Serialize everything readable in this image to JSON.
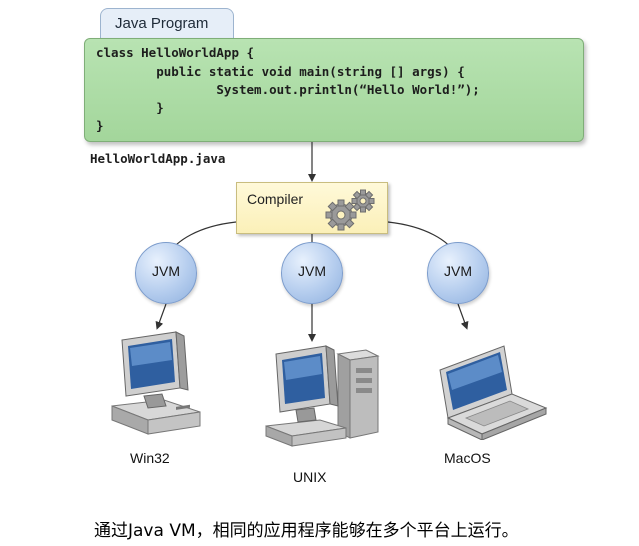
{
  "tab": {
    "label": "Java Program"
  },
  "code": {
    "lines": [
      "class HelloWorldApp {",
      "        public static void main(string [] args) {",
      "                System.out.println(“Hello World!”);",
      "        }",
      "}"
    ]
  },
  "file_name": "HelloWorldApp.java",
  "compiler": {
    "label": "Compiler"
  },
  "jvm_label": "JVM",
  "platforms": [
    {
      "label": "Win32",
      "icon": "desktop-computer-icon"
    },
    {
      "label": "UNIX",
      "icon": "workstation-tower-icon"
    },
    {
      "label": "MacOS",
      "icon": "laptop-icon"
    }
  ],
  "caption": "通过Java VM，相同的应用程序能够在多个平台上运行。",
  "colors": {
    "code_box": "#a9d9a2",
    "tab": "#e6eef8",
    "compiler_box": "#fcf2c0",
    "jvm_circle": "#b5cdee",
    "connector": "#333333"
  }
}
